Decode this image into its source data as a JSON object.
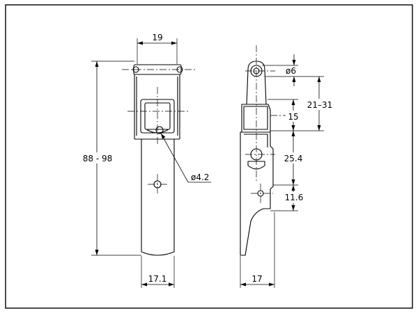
{
  "dimensions": {
    "front_width_top": "19",
    "front_height_range": "88 - 98",
    "front_hole_diameter": "ø4.2",
    "front_width_bottom": "17.1",
    "side_pin_diameter": "ø6",
    "side_range_21_31": "21–31",
    "side_15": "15",
    "side_25_4": "25.4",
    "side_11_6": "11.6",
    "side_width_bottom": "17"
  }
}
